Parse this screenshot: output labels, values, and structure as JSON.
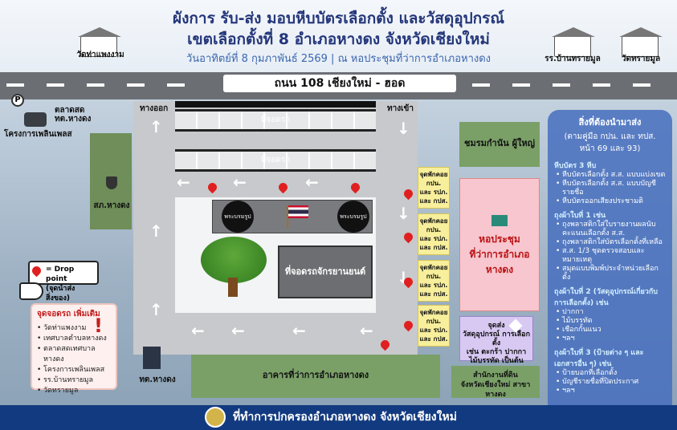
{
  "header": {
    "title_line1": "ผังการ รับ-ส่ง มอบหีบบัตรเลือกตั้ง และวัสดุอุปกรณ์",
    "title_line2": "เขตเลือกตั้งที่ 8 อำเภอหางดง จังหวัดเชียงใหม่",
    "subtitle": "วันอาทิตย์ที่ 8 กุมภาพันธ์ 2569  |  ณ หอประชุมที่ว่าการอำเภอหางดง",
    "landmarks": {
      "left": "วัดท่าแพงงาม",
      "right1": "รร.บ้านทรายมูล",
      "right2": "วัดทรายมูล"
    }
  },
  "road": {
    "label": "ถนน 108 เชียงใหม่ - ฮอด"
  },
  "map": {
    "exit_label": "ทางออก",
    "entrance_label": "ทางเข้า",
    "parking_label_1": "ที่จอดรถ",
    "parking_label_2": "ที่จอดรถ",
    "police_label": "สภ.หางดง",
    "motorcycle_parking": "ที่จอดรถจักรยานยนต์",
    "statue_left": "พระบรมรูป",
    "statue_right": "พระบรมรูป",
    "village_club": "ชมรมกำนัน ผู้ใหญ่บ้าน",
    "hall": "หอประชุม\nที่ว่าการอำเภอหางดง",
    "district_office": "อาคารที่ว่าการอำเภอหางดง",
    "land_office": "สำนักงานที่ดิน\nจังหวัดเชียงใหม่ สาขาหางดง",
    "market_label": "ตลาดสด\nทต.หางดง",
    "hospital_label": "โครงการเพลินเพลส",
    "municipal_label": "ทต.หางดง",
    "delivery_point": "จุดส่ง\nวัสดุอุปกรณ์ การเลือกตั้ง\nเช่น ตะกร้า ปากกา\nไม้บรรทัด เป็นต้น",
    "rest_points": [
      "จุดพักคอย\nกปน.\nและ รปภ.\nและ กปส.",
      "จุดพักคอย\nกปน.\nและ รปภ.\nและ กปส.",
      "จุดพักคอย\nกปน.\nและ รปภ.\nและ กปส.",
      "จุดพักคอย\nกปน.\nและ รปภ.\nและ กปส."
    ]
  },
  "legend": {
    "label": "= Drop point\n(จุดนำส่งสิ่งของ)"
  },
  "extra_parking": {
    "title": "จุดจอดรถ เพิ่มเติม",
    "items": [
      "วัดท่าแพงงาม",
      "เทศบาลตำบลหางดง",
      "ตลาดสดเทศบาลหางดง",
      "โครงการเพลินเพลส",
      "รร.บ้านทรายมูล",
      "วัดทรายมูล"
    ]
  },
  "panel": {
    "title": "สิ่งที่ต้องนำมาส่ง",
    "subtitle": "(ตามคู่มือ กปน. และ ทปส.\nหน้า 69 และ 93)",
    "section1": "หีบบัตร 3 หีบ",
    "section1_items": [
      "หีบบัตรเลือกตั้ง ส.ส. แบบแบ่งเขต",
      "หีบบัตรเลือกตั้ง ส.ส. แบบบัญชีรายชื่อ",
      "หีบบัตรออกเสียงประชามติ"
    ],
    "section2": "ถุงผ้าใบที่ 1  เช่น",
    "section2_items": [
      "ถุงพลาสติกใส่ใบรายงานผลนับคะแนนเลือกตั้ง ส.ส.",
      "ถุงพลาสติกใส่บัตรเลือกตั้งที่เหลือ",
      "ส.ส. 1/3 ชุดตรวจสอบและหมายเหตุ",
      "สมุดแบบพิมพ์ประจำหน่วยเลือกตั้ง"
    ],
    "section3": "ถุงผ้าใบที่ 2 (วัสดุอุปกรณ์เกี่ยวกับการเลือกตั้ง)  เช่น",
    "section3_items": [
      "ปากกา",
      "ไม้บรรทัด",
      "เชือกกั้นแนว",
      "ฯลฯ"
    ],
    "section4": "ถุงผ้าใบที่ 3 (ป้ายต่าง ๆ และเอกสารอื่น ๆ)  เช่น",
    "section4_items": [
      "ป้ายบอกที่เลือกตั้ง",
      "บัญชีรายชื่อที่ปิดประกาศ",
      "ฯลฯ"
    ]
  },
  "footer": {
    "text": "ที่ทำการปกครองอำเภอหางดง จังหวัดเชียงใหม่"
  },
  "colors": {
    "title": "#24367a",
    "footer": "#123a80",
    "panel": "#466ebe",
    "pin": "#e02020"
  }
}
